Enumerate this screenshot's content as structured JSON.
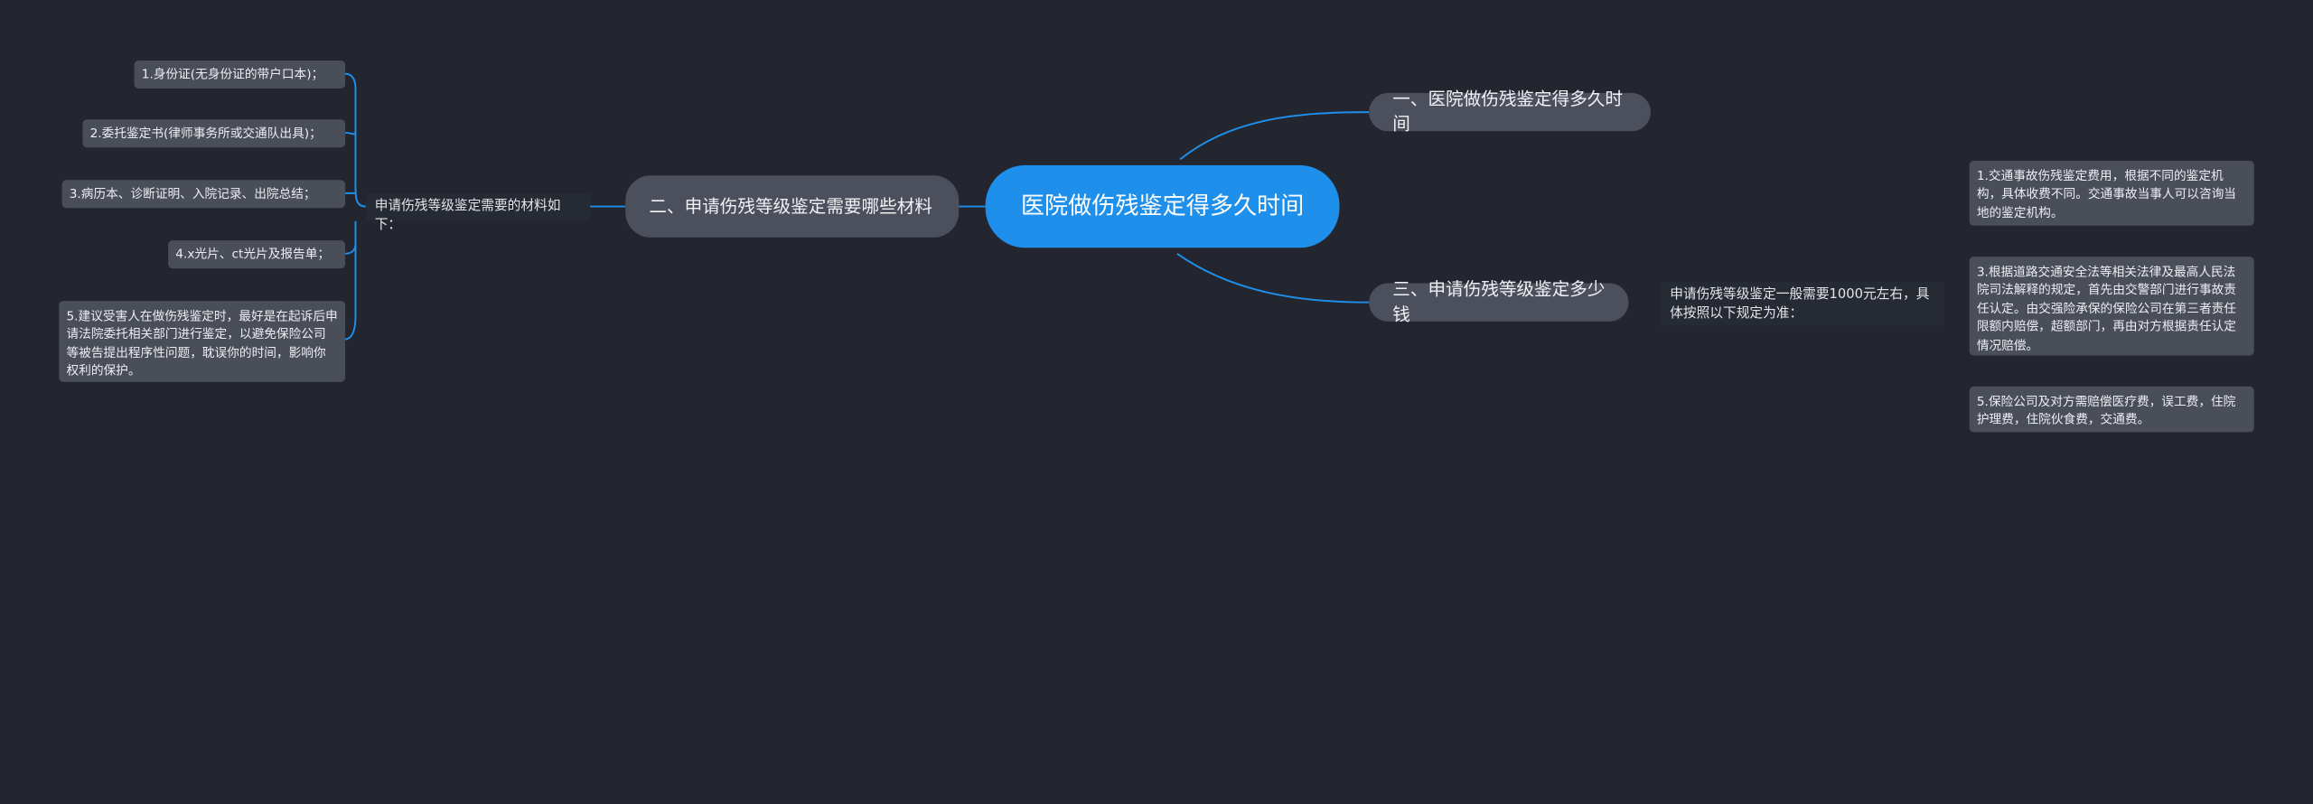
{
  "root": {
    "text": "医院做伤残鉴定得多久时间"
  },
  "branches": [
    {
      "text": "一、医院做伤残鉴定得多久时间"
    },
    {
      "text": "二、申请伤残等级鉴定需要哪些材料",
      "sub": "申请伤残等级鉴定需要的材料如下：",
      "items": [
        "1.身份证(无身份证的带户口本)；",
        "2.委托鉴定书(律师事务所或交通队出具)；",
        "3.病历本、诊断证明、入院记录、出院总结；",
        "4.x光片、ct光片及报告单；",
        "5.建议受害人在做伤残鉴定时，最好是在起诉后申请法院委托相关部门进行鉴定，以避免保险公司等被告提出程序性问题，耽误你的时间，影响你权利的保护。"
      ]
    },
    {
      "text": "三、申请伤残等级鉴定多少钱",
      "sub": "申请伤残等级鉴定一般需要1000元左右，具体按照以下规定为准：",
      "items": [
        "1.交通事故伤残鉴定费用，根据不同的鉴定机构，具体收费不同。交通事故当事人可以咨询当地的鉴定机构。",
        "3.根据道路交通安全法等相关法律及最高人民法院司法解释的规定，首先由交警部门进行事故责任认定。由交强险承保的保险公司在第三者责任限额内赔偿，超额部门，再由对方根据责任认定情况赔偿。",
        "5.保险公司及对方需赔偿医疗费，误工费，住院护理费，住院伙食费，交通费。"
      ]
    }
  ],
  "colors": {
    "background": "#23262f",
    "root": "#1e8fea",
    "branch": "#4c505c",
    "leaf": "#4a4e59",
    "link": "#1e8fea"
  }
}
